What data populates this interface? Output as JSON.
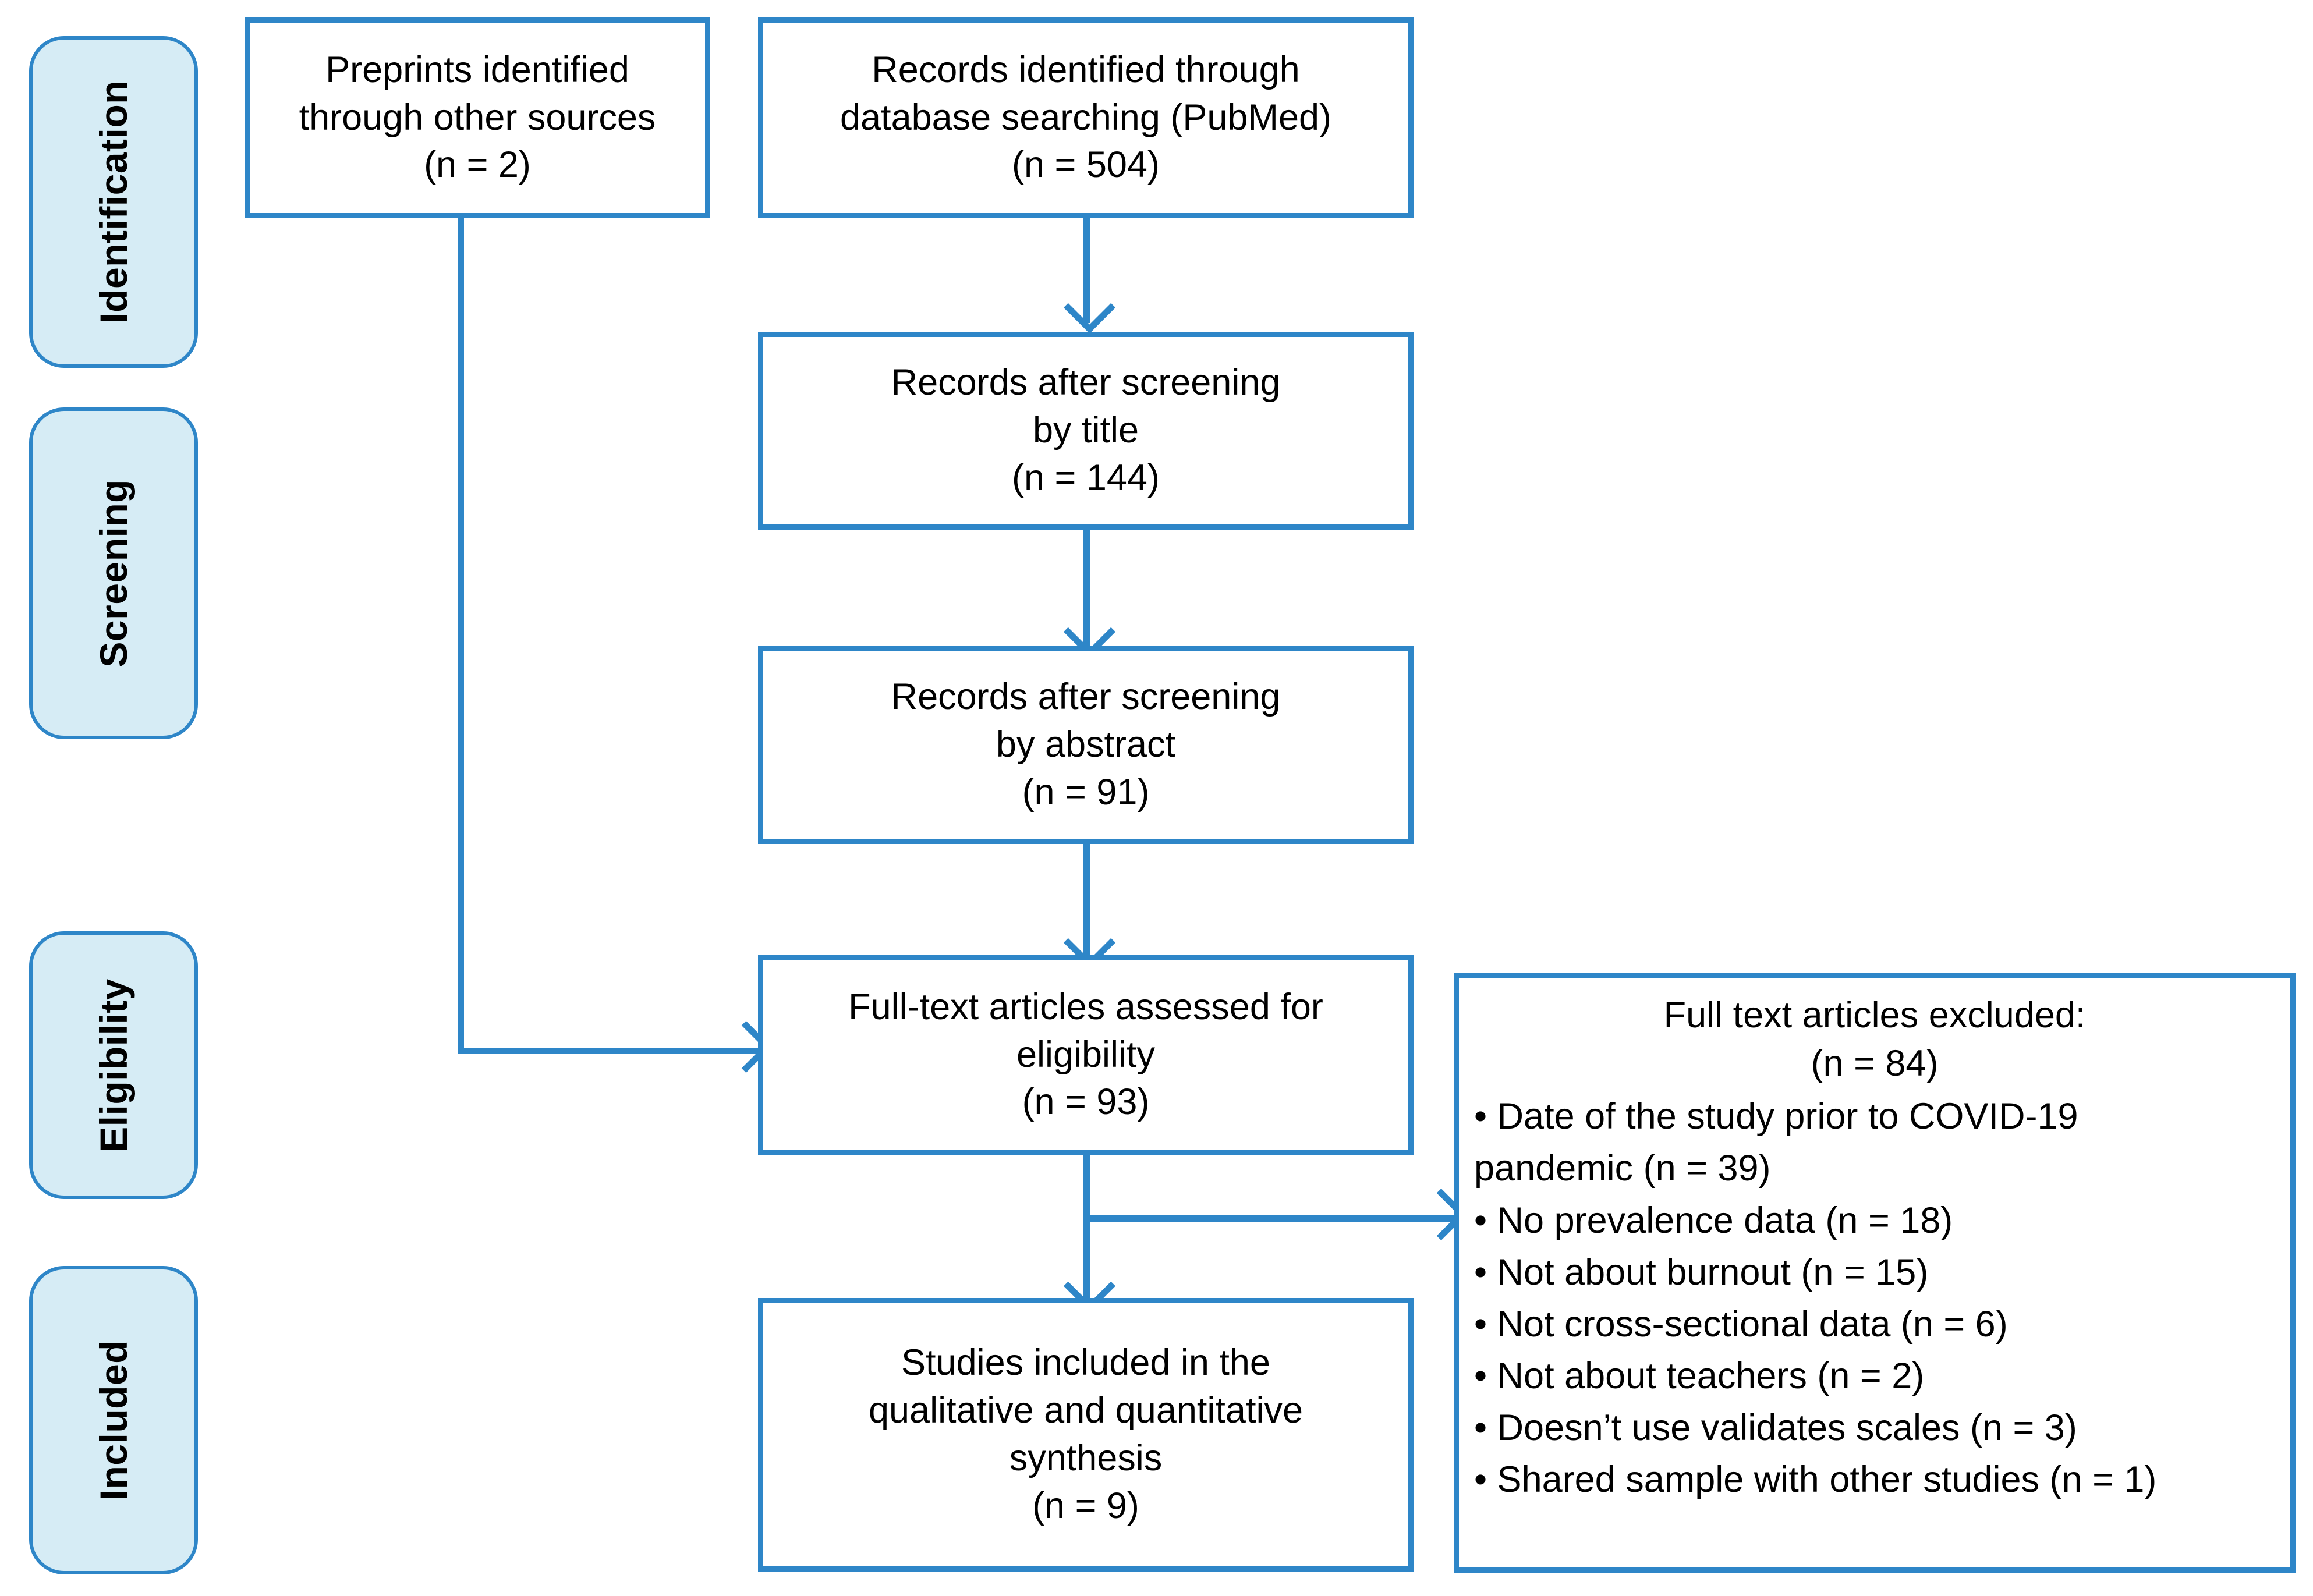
{
  "diagram": {
    "type": "prisma-flow-diagram",
    "accent_color": "#2e86c8",
    "stage_fill_color": "#d6ecf5",
    "box_fill_color": "#ffffff",
    "text_color": "#000000"
  },
  "stages": [
    {
      "label": "Identification"
    },
    {
      "label": "Screening"
    },
    {
      "label": "Eligibility"
    },
    {
      "label": "Included"
    }
  ],
  "boxes": {
    "preprints": {
      "lines": [
        "Preprints identified",
        "through other sources",
        "(n = 2)"
      ]
    },
    "records_identified": {
      "lines": [
        "Records identified through",
        "database searching (PubMed)",
        "(n = 504)"
      ]
    },
    "screened_title": {
      "lines": [
        "Records after screening",
        "by title",
        "(n = 144)"
      ]
    },
    "screened_abstract": {
      "lines": [
        "Records after screening",
        "by abstract",
        "(n = 91)"
      ]
    },
    "fulltext_assessed": {
      "lines": [
        "Full-text articles assessed for",
        "eligibility",
        "(n = 93)"
      ]
    },
    "included_studies": {
      "lines": [
        "Studies included in the",
        "qualitative and quantitative",
        "synthesis",
        "(n = 9)"
      ]
    },
    "excluded": {
      "heading_line_1": "Full text articles excluded:",
      "heading_line_2": "(n = 84)",
      "reasons": [
        "• Date of the study prior to COVID-19",
        " pandemic (n = 39)",
        "• No prevalence data (n = 18)",
        "• Not about burnout (n = 15)",
        "• Not cross-sectional data (n = 6)",
        "• Not about teachers (n = 2)",
        "• Doesn’t use validates scales (n = 3)",
        "• Shared sample with other studies (n = 1)"
      ]
    }
  },
  "chart_data": {
    "type": "diagram",
    "title": "PRISMA flow diagram",
    "nodes": [
      {
        "id": "preprints",
        "stage": "Identification",
        "label": "Preprints identified through other sources",
        "n": 2
      },
      {
        "id": "records_identified",
        "stage": "Identification",
        "label": "Records identified through database searching (PubMed)",
        "n": 504
      },
      {
        "id": "screened_title",
        "stage": "Screening",
        "label": "Records after screening by title",
        "n": 144
      },
      {
        "id": "screened_abstract",
        "stage": "Screening",
        "label": "Records after screening by abstract",
        "n": 91
      },
      {
        "id": "fulltext_assessed",
        "stage": "Eligibility",
        "label": "Full-text articles assessed for eligibility",
        "n": 93
      },
      {
        "id": "excluded",
        "stage": "Eligibility",
        "label": "Full text articles excluded",
        "n": 84
      },
      {
        "id": "included_studies",
        "stage": "Included",
        "label": "Studies included in the qualitative and quantitative synthesis",
        "n": 9
      }
    ],
    "edges": [
      {
        "from": "records_identified",
        "to": "screened_title"
      },
      {
        "from": "screened_title",
        "to": "screened_abstract"
      },
      {
        "from": "screened_abstract",
        "to": "fulltext_assessed"
      },
      {
        "from": "preprints",
        "to": "fulltext_assessed"
      },
      {
        "from": "fulltext_assessed",
        "to": "excluded"
      },
      {
        "from": "fulltext_assessed",
        "to": "included_studies"
      }
    ],
    "exclusion_breakdown": [
      {
        "reason": "Date of the study prior to COVID-19 pandemic",
        "n": 39
      },
      {
        "reason": "No prevalence data",
        "n": 18
      },
      {
        "reason": "Not about burnout",
        "n": 15
      },
      {
        "reason": "Not cross-sectional data",
        "n": 6
      },
      {
        "reason": "Not about teachers",
        "n": 2
      },
      {
        "reason": "Doesn’t use validates scales",
        "n": 3
      },
      {
        "reason": "Shared sample with other studies",
        "n": 1
      }
    ]
  }
}
